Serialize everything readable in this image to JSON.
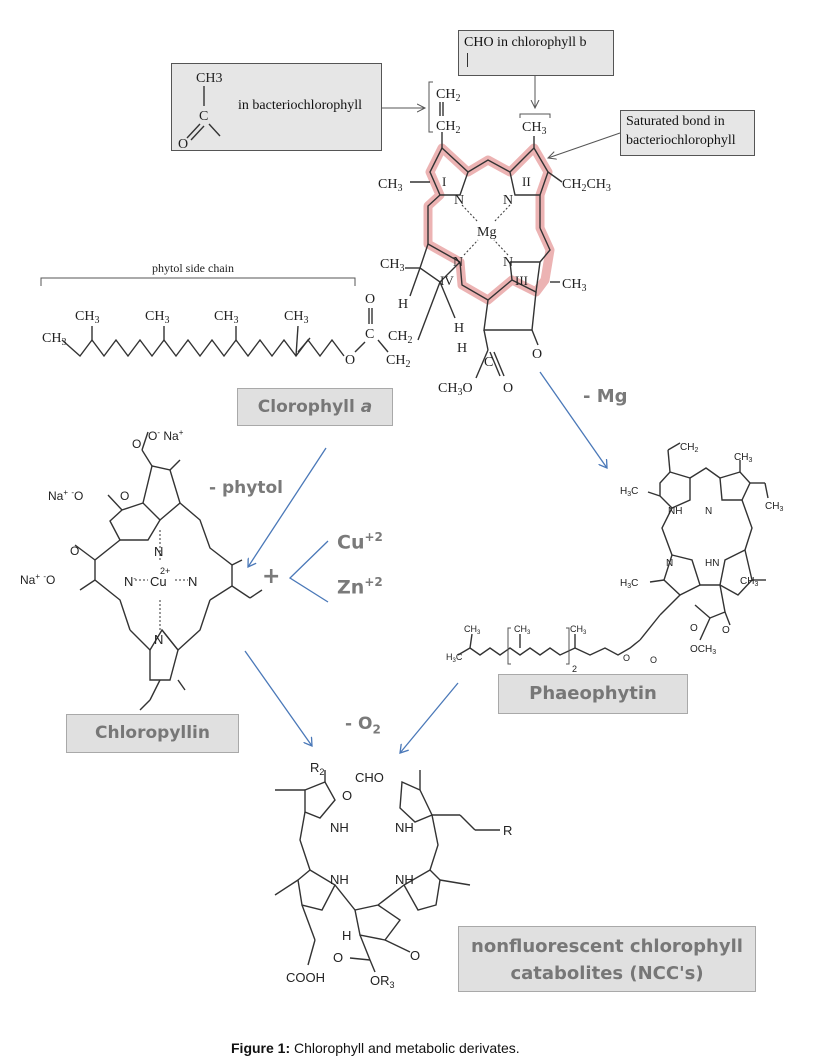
{
  "figure": {
    "caption_label": "Figure 1:",
    "caption_text": " Chlorophyll and metabolic derivates."
  },
  "notes": {
    "bacterio_acetyl": {
      "text": "in bacteriochlorophyll",
      "group_top": "CH3",
      "group_mid": "C",
      "group_bottom": "O"
    },
    "chlorophyll_b": {
      "text": "CHO in chlorophyll b"
    },
    "saturated_bond": {
      "line1": "Saturated bond in",
      "line2": "bacteriochlorophyll"
    },
    "phytol_chain": {
      "text": "phytol side chain"
    }
  },
  "compounds": {
    "chlorophyll_a": {
      "label": "Clorophyll ",
      "label_italic": "a"
    },
    "phaeophytin": {
      "label": "Phaeophytin"
    },
    "chlorophyllin": {
      "label": "Chloropyllin"
    },
    "ncc": {
      "line1": "nonfluorescent chlorophyll",
      "line2": "catabolites (NCC's)"
    }
  },
  "reactions": {
    "minus_mg": "- Mg",
    "minus_phytol": "- phytol",
    "plus": "+",
    "cu": "Cu",
    "cu_charge": "+2",
    "zn": "Zn",
    "zn_charge": "+2",
    "minus_o2_prefix": "- O",
    "minus_o2_sub": "2"
  },
  "atoms": {
    "chl_a": {
      "ring_labels": [
        "I",
        "II",
        "III",
        "IV"
      ],
      "metal": "Mg",
      "n": "N",
      "ch3": "CH",
      "ch2": "CH",
      "ethyl": "CH",
      "h": "H",
      "o": "O",
      "c": "C",
      "methoxy": "CH",
      "sub2": "2",
      "sub3": "3"
    },
    "chlorophyllin": {
      "metal": "Cu",
      "metal_charge": "2+",
      "na": "Na",
      "plus": "+",
      "o_minus": "O",
      "minus": "-",
      "n": "N"
    },
    "phaeophytin": {
      "nh": "NH",
      "hn": "HN",
      "n": "N",
      "ch3": "CH",
      "h3c": "H",
      "ch2": "CH",
      "och3": "OCH",
      "o": "O",
      "repeat": "2"
    },
    "ncc": {
      "r2": "R",
      "cho": "CHO",
      "nh": "NH",
      "r": "R",
      "o": "O",
      "h": "H",
      "cooh": "COOH",
      "or3": "OR",
      "sub2": "2",
      "sub3": "3"
    }
  },
  "colors": {
    "arrow": "#4a78b8",
    "halo": "#e9a6a6",
    "label_box_bg": "#e0e0e0",
    "label_text": "#777777"
  }
}
